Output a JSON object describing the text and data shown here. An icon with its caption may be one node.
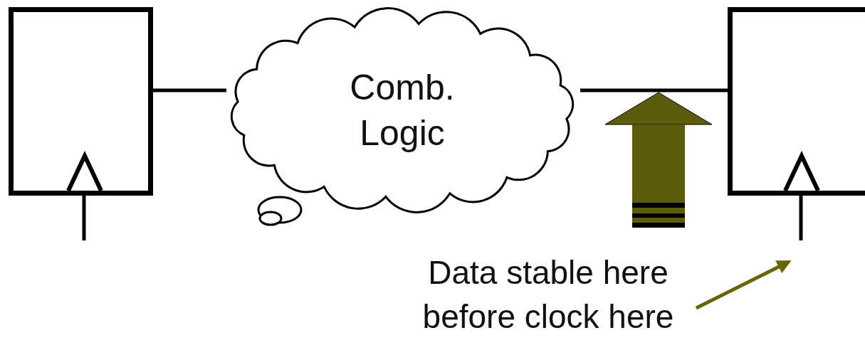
{
  "diagram": {
    "nodes": [
      {
        "text": [],
        "shape": "box"
      },
      {
        "text": [
          "Comb. Logic"
        ]
      },
      {
        "text": [],
        "shape": "box"
      },
      {
        "text": [
          "Data stable here before clock here"
        ]
      }
    ],
    "edges": [
      {
        "from": 0,
        "to": 1,
        "arrow": "none"
      },
      {
        "from": 1,
        "to": 2,
        "arrow": "none"
      },
      {
        "from": null,
        "to": 0,
        "arrow": "none"
      },
      {
        "from": null,
        "to": 2,
        "arrow": "none"
      },
      {
        "from": 3,
        "to": null,
        "arrow": "to",
        "color": "#666600"
      }
    ]
  }
}
